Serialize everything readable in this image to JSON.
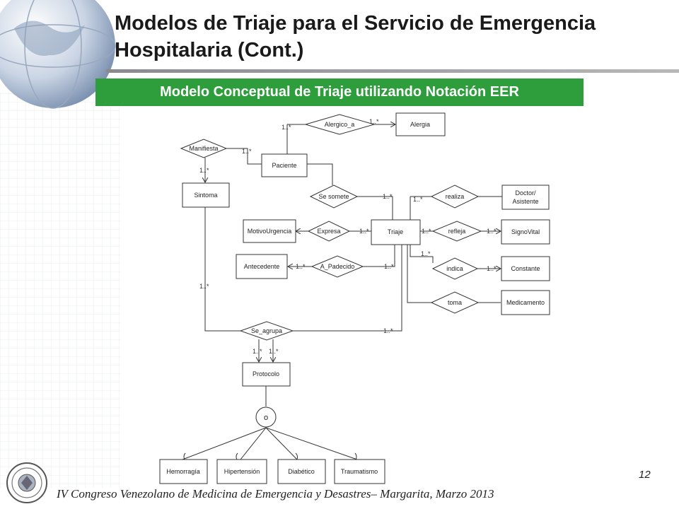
{
  "slide": {
    "title_line1": "Modelos de Triaje para el Servicio de Emergencia",
    "title_line2": "Hospitalaria (Cont.)",
    "subtitle": "Modelo Conceptual de Triaje utilizando Notación EER",
    "footer": "IV Congreso Venezolano de Medicina de Emergencia y Desastres– Margarita, Marzo 2013",
    "page_number": "12",
    "colors": {
      "banner": "#2e9e3c",
      "banner_text": "#ffffff",
      "title": "#1a1a1a"
    },
    "icons": {
      "globe": "globe-icon",
      "seal": "university-seal-icon"
    }
  },
  "diagram": {
    "entities": {
      "alergia": "Alergia",
      "paciente": "Paciente",
      "sintoma": "Sintoma",
      "doctor_line1": "Doctor/",
      "doctor_line2": "Asistente",
      "motivo": "MotivoUrgencia",
      "triaje": "Triaje",
      "signovital": "SignoVital",
      "antecedente": "Antecedente",
      "constante": "Constante",
      "medicamento": "Medicamento",
      "protocolo": "Protocolo",
      "hemorragia": "Hemorragía",
      "hipertension": "Hipertensión",
      "diabetico": "Diabético",
      "traumatismo": "Traumatismo"
    },
    "relationships": {
      "alergico_a": "Alergico_a",
      "manifiesta": "Manifiesta",
      "se_somete": "Se somete",
      "realiza": "realiza",
      "expresa": "Expresa",
      "refleja": "refleja",
      "a_padecido": "A_Padecido",
      "indica": "indica",
      "toma": "toma",
      "se_agrupa": "Se_agrupa"
    },
    "specialization_symbol": "o",
    "cardinality": "1..*"
  }
}
